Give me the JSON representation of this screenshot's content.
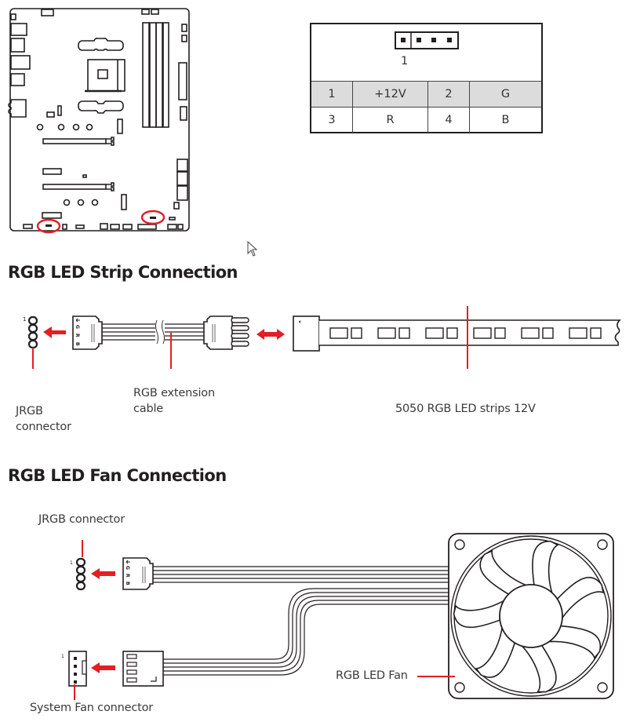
{
  "motherboard": {
    "highlighted_connectors": 2,
    "highlight_color": "#e31e24"
  },
  "pin_table": {
    "header_pin_label": "1",
    "rows": [
      [
        {
          "pin": "1",
          "signal": "+12V"
        },
        {
          "pin": "2",
          "signal": "G"
        }
      ],
      [
        {
          "pin": "3",
          "signal": "R"
        },
        {
          "pin": "4",
          "signal": "B"
        }
      ]
    ],
    "header_bg": "#dcdcdc"
  },
  "strip_section": {
    "title": "RGB LED Strip Connection",
    "pin1_label": "1",
    "plug_letters": [
      "G",
      "R",
      "B"
    ],
    "labels": {
      "jrgb": [
        "JRGB",
        "connector"
      ],
      "extension": [
        "RGB extension",
        "cable"
      ],
      "strip": "5050 RGB LED strips 12V"
    },
    "led_count": 6
  },
  "fan_section": {
    "title": "RGB LED Fan Connection",
    "pin1_label": "1",
    "sysfan_pin1_label": "1",
    "plug_letters": [
      "G",
      "R",
      "B"
    ],
    "labels": {
      "jrgb": "JRGB connector",
      "sysfan": "System Fan connector",
      "fan": "RGB LED Fan"
    }
  },
  "colors": {
    "accent": "#e31e24",
    "line": "#231f20"
  }
}
